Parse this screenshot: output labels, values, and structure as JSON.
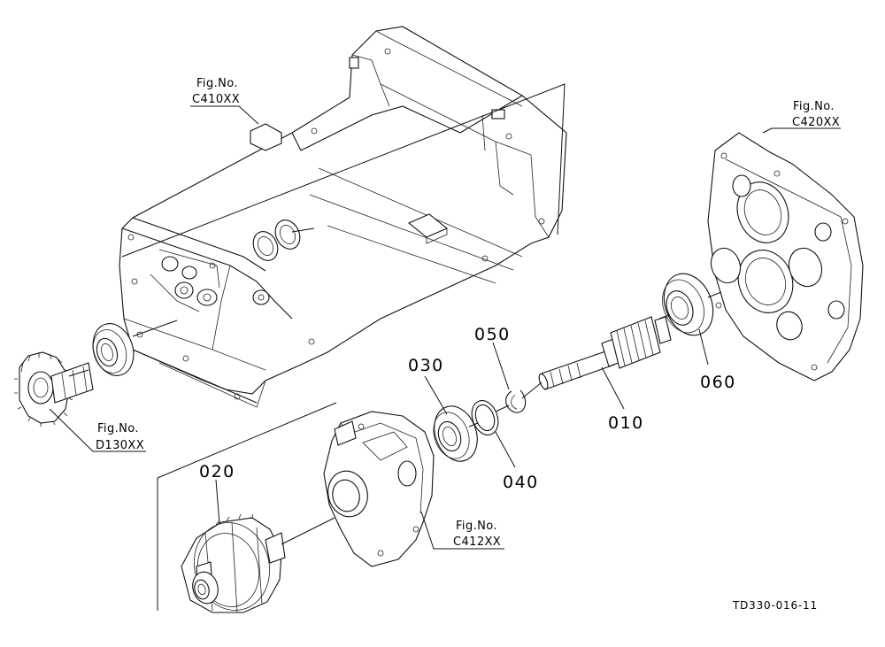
{
  "drawing_id": "TD330-016-11",
  "fig_refs": [
    {
      "caption": "Fig.No.",
      "code": "C410XX"
    },
    {
      "caption": "Fig.No.",
      "code": "C420XX"
    },
    {
      "caption": "Fig.No.",
      "code": "D130XX"
    },
    {
      "caption": "Fig.No.",
      "code": "C412XX"
    }
  ],
  "part_numbers": [
    "010",
    "020",
    "030",
    "040",
    "050",
    "060"
  ]
}
